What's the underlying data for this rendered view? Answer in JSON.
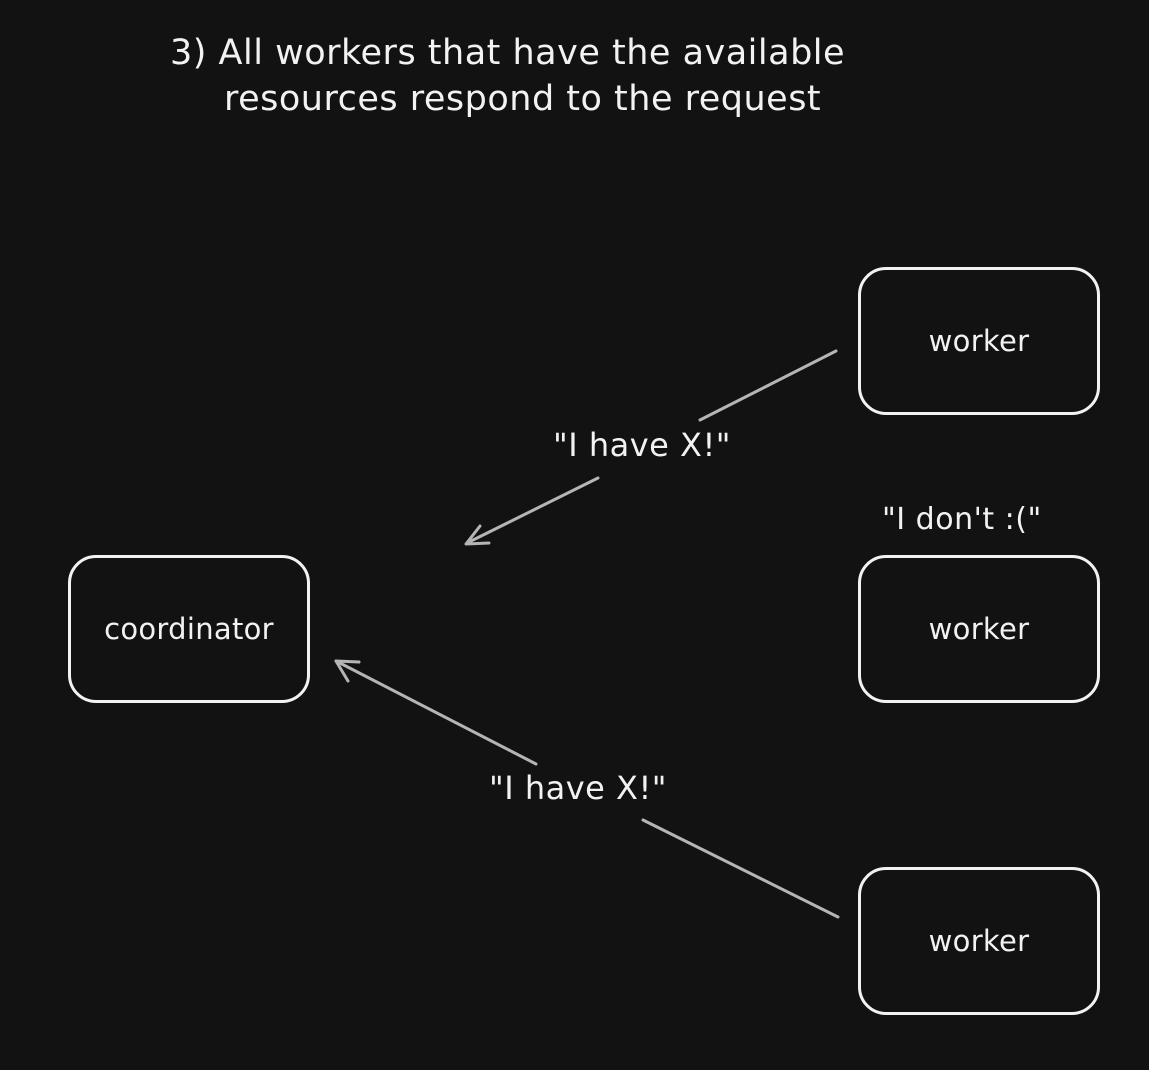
{
  "title": {
    "line1": "3) All workers that have the available",
    "line2": "resources respond to the request"
  },
  "nodes": {
    "coordinator": "coordinator",
    "worker_top": "worker",
    "worker_middle": "worker",
    "worker_bottom": "worker"
  },
  "edges": [
    {
      "from": "worker_top",
      "to": "coordinator",
      "label": "\"I have X!\""
    },
    {
      "from": "worker_bottom",
      "to": "coordinator",
      "label": "\"I have X!\""
    }
  ],
  "annotations": {
    "worker_middle_note": "\"I don't :(\""
  },
  "colors": {
    "background": "#121212",
    "stroke": "#f2f2f2",
    "arrow": "#b5b5b5"
  }
}
